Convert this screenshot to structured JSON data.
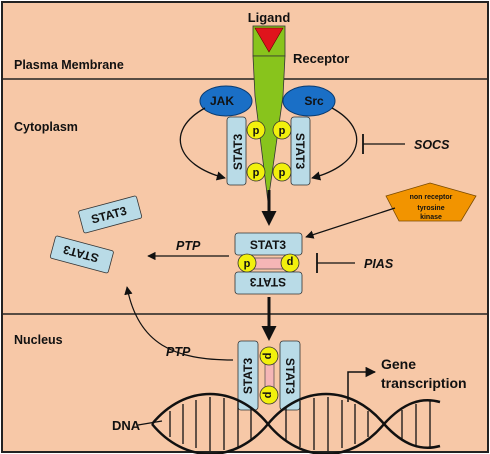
{
  "colors": {
    "background": "#f7c8a7",
    "border": "#222222",
    "receptor_green": "#88c41c",
    "ligand_red": "#e0141c",
    "jak_src_blue": "#1a6fc6",
    "stat_box": "#b9dbe7",
    "phospho_yellow": "#f2f00d",
    "kinase_orange": "#f29400"
  },
  "sections": {
    "plasma_membrane": "Plasma Membrane",
    "cytoplasm": "Cytoplasm",
    "nucleus": "Nucleus"
  },
  "labels": {
    "ligand": "Ligand",
    "receptor": "Receptor",
    "jak": "JAK",
    "src": "Src",
    "socs": "SOCS",
    "pias": "PIAS",
    "ptp_cytoplasm": "PTP",
    "ptp_nucleus": "PTP",
    "dna": "DNA",
    "gene_line1": "Gene",
    "gene_line2": "transcription",
    "kinase_line1": "non receptor",
    "kinase_line2": "tyrosine",
    "kinase_line3": "kinase",
    "stat3": "STAT3",
    "phospho": "p"
  }
}
